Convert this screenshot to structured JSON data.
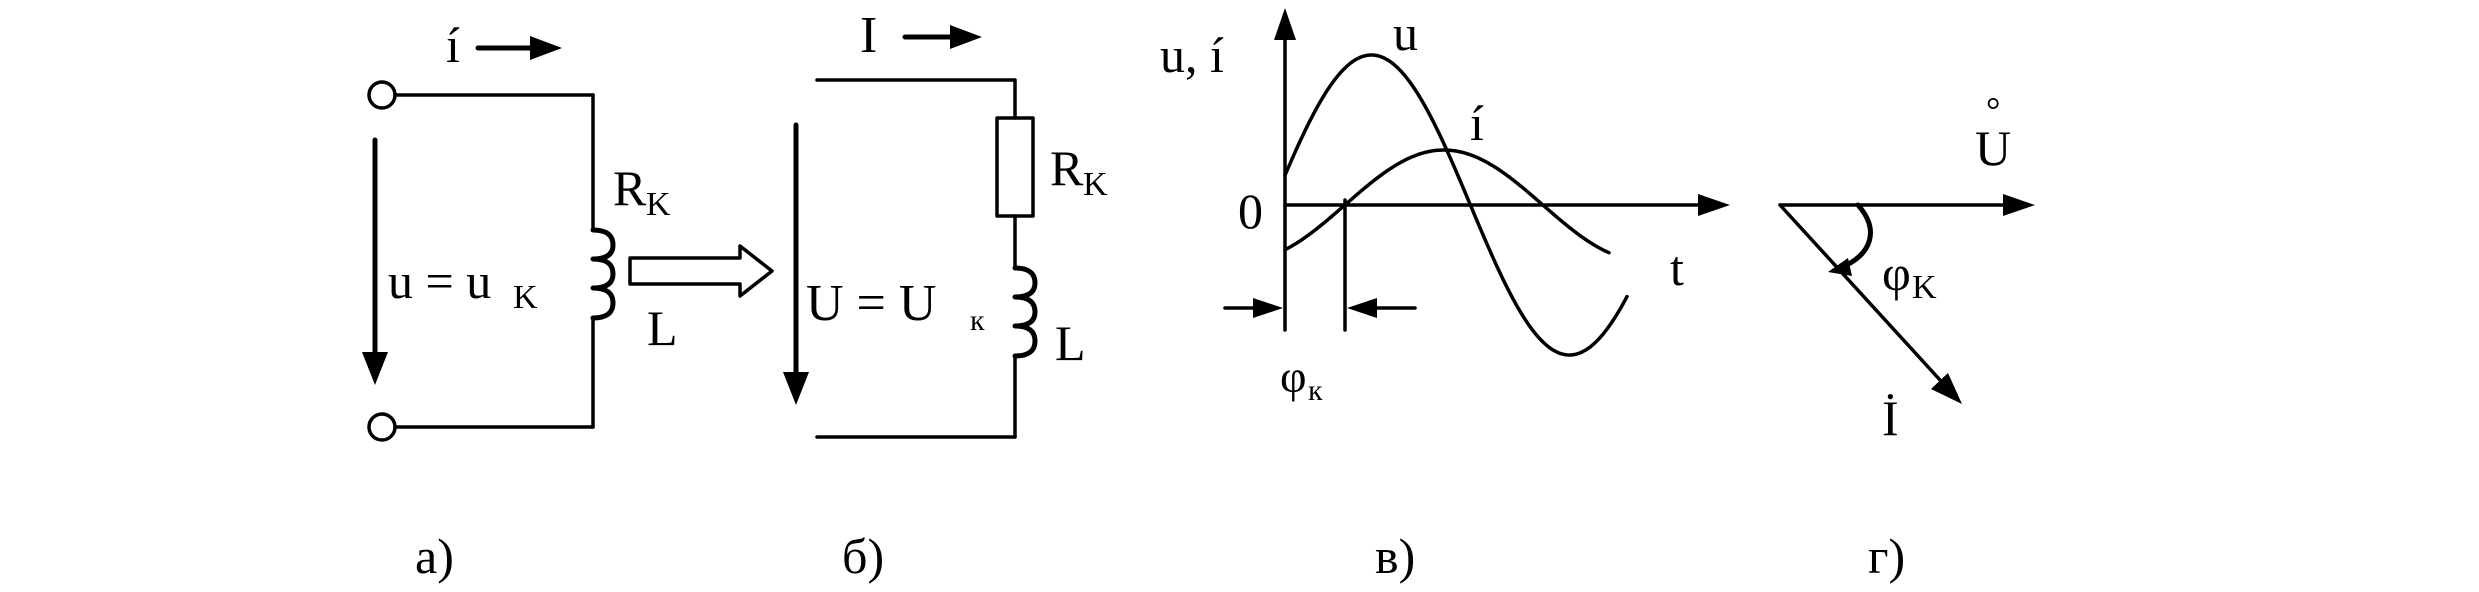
{
  "panel_a": {
    "current": "í",
    "voltage_lhs": "u = u",
    "voltage_sub": "K",
    "resistor": "R",
    "resistor_sub": "K",
    "inductor": "L",
    "caption": "а)"
  },
  "panel_b": {
    "current": "I",
    "voltage_lhs": "U = U",
    "voltage_sub": "к",
    "resistor": "R",
    "resistor_sub": "K",
    "inductor": "L",
    "caption": "б)"
  },
  "panel_v": {
    "axis_y": "u, í",
    "origin": "0",
    "axis_x": "t",
    "curve_u": "u",
    "curve_i": "í",
    "phase": "φ",
    "phase_sub": "к",
    "caption": "в)"
  },
  "panel_g": {
    "vector_u": "U",
    "vector_i": "İ",
    "angle": "φ",
    "angle_sub": "K",
    "caption": "г)"
  }
}
